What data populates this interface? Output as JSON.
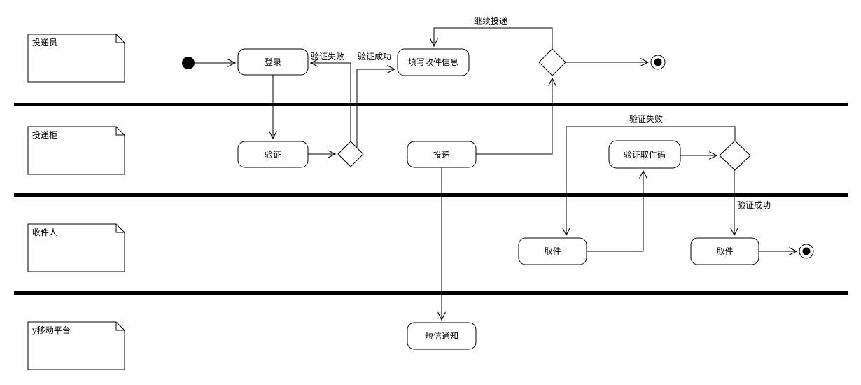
{
  "diagram": {
    "kind": "uml-activity-swimlane-diagram",
    "colors": {
      "background": "#ffffff",
      "stroke": "#000000",
      "text": "#000000"
    },
    "lanes": [
      {
        "label": "投递员"
      },
      {
        "label": "投递柜"
      },
      {
        "label": "收件人"
      },
      {
        "label": "y移动平台"
      }
    ],
    "nodes": {
      "start": {
        "type": "initial-node"
      },
      "login": {
        "label": "登录"
      },
      "fill_info": {
        "label": "填写收件信息"
      },
      "verify": {
        "label": "验证"
      },
      "deliver": {
        "label": "投递"
      },
      "verify_code": {
        "label": "验证取件码"
      },
      "pickup_retry": {
        "label": "取件"
      },
      "pickup_final": {
        "label": "取件"
      },
      "sms": {
        "label": "短信通知"
      },
      "end_deliver": {
        "type": "final-node"
      },
      "end_pickup": {
        "type": "final-node"
      }
    },
    "edge_labels": {
      "login_fail": "验证失败",
      "login_success": "验证成功",
      "continue_delivery": "继续投递",
      "code_fail": "验证失败",
      "code_success": "验证成功"
    }
  }
}
